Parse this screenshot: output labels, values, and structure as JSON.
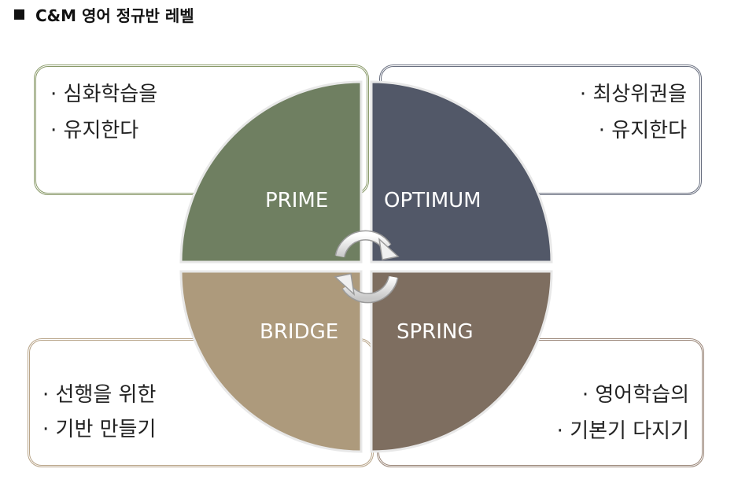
{
  "title": "C&M 영어 정규반 레벨",
  "quadrants": {
    "top_left": {
      "label": "PRIME",
      "lines": [
        "· 심화학습을",
        "· 유지한다"
      ],
      "color": "#6f7f61"
    },
    "top_right": {
      "label": "OPTIMUM",
      "lines": [
        "· 최상위권을",
        "· 유지한다"
      ],
      "color": "#525868"
    },
    "bottom_left": {
      "label": "BRIDGE",
      "lines": [
        "· 선행을 위한",
        "· 기반 만들기"
      ],
      "color": "#ad9a7c"
    },
    "bottom_right": {
      "label": "SPRING",
      "lines": [
        "· 영어학습의",
        "· 기본기 다지기"
      ],
      "color": "#7e6e60"
    }
  }
}
